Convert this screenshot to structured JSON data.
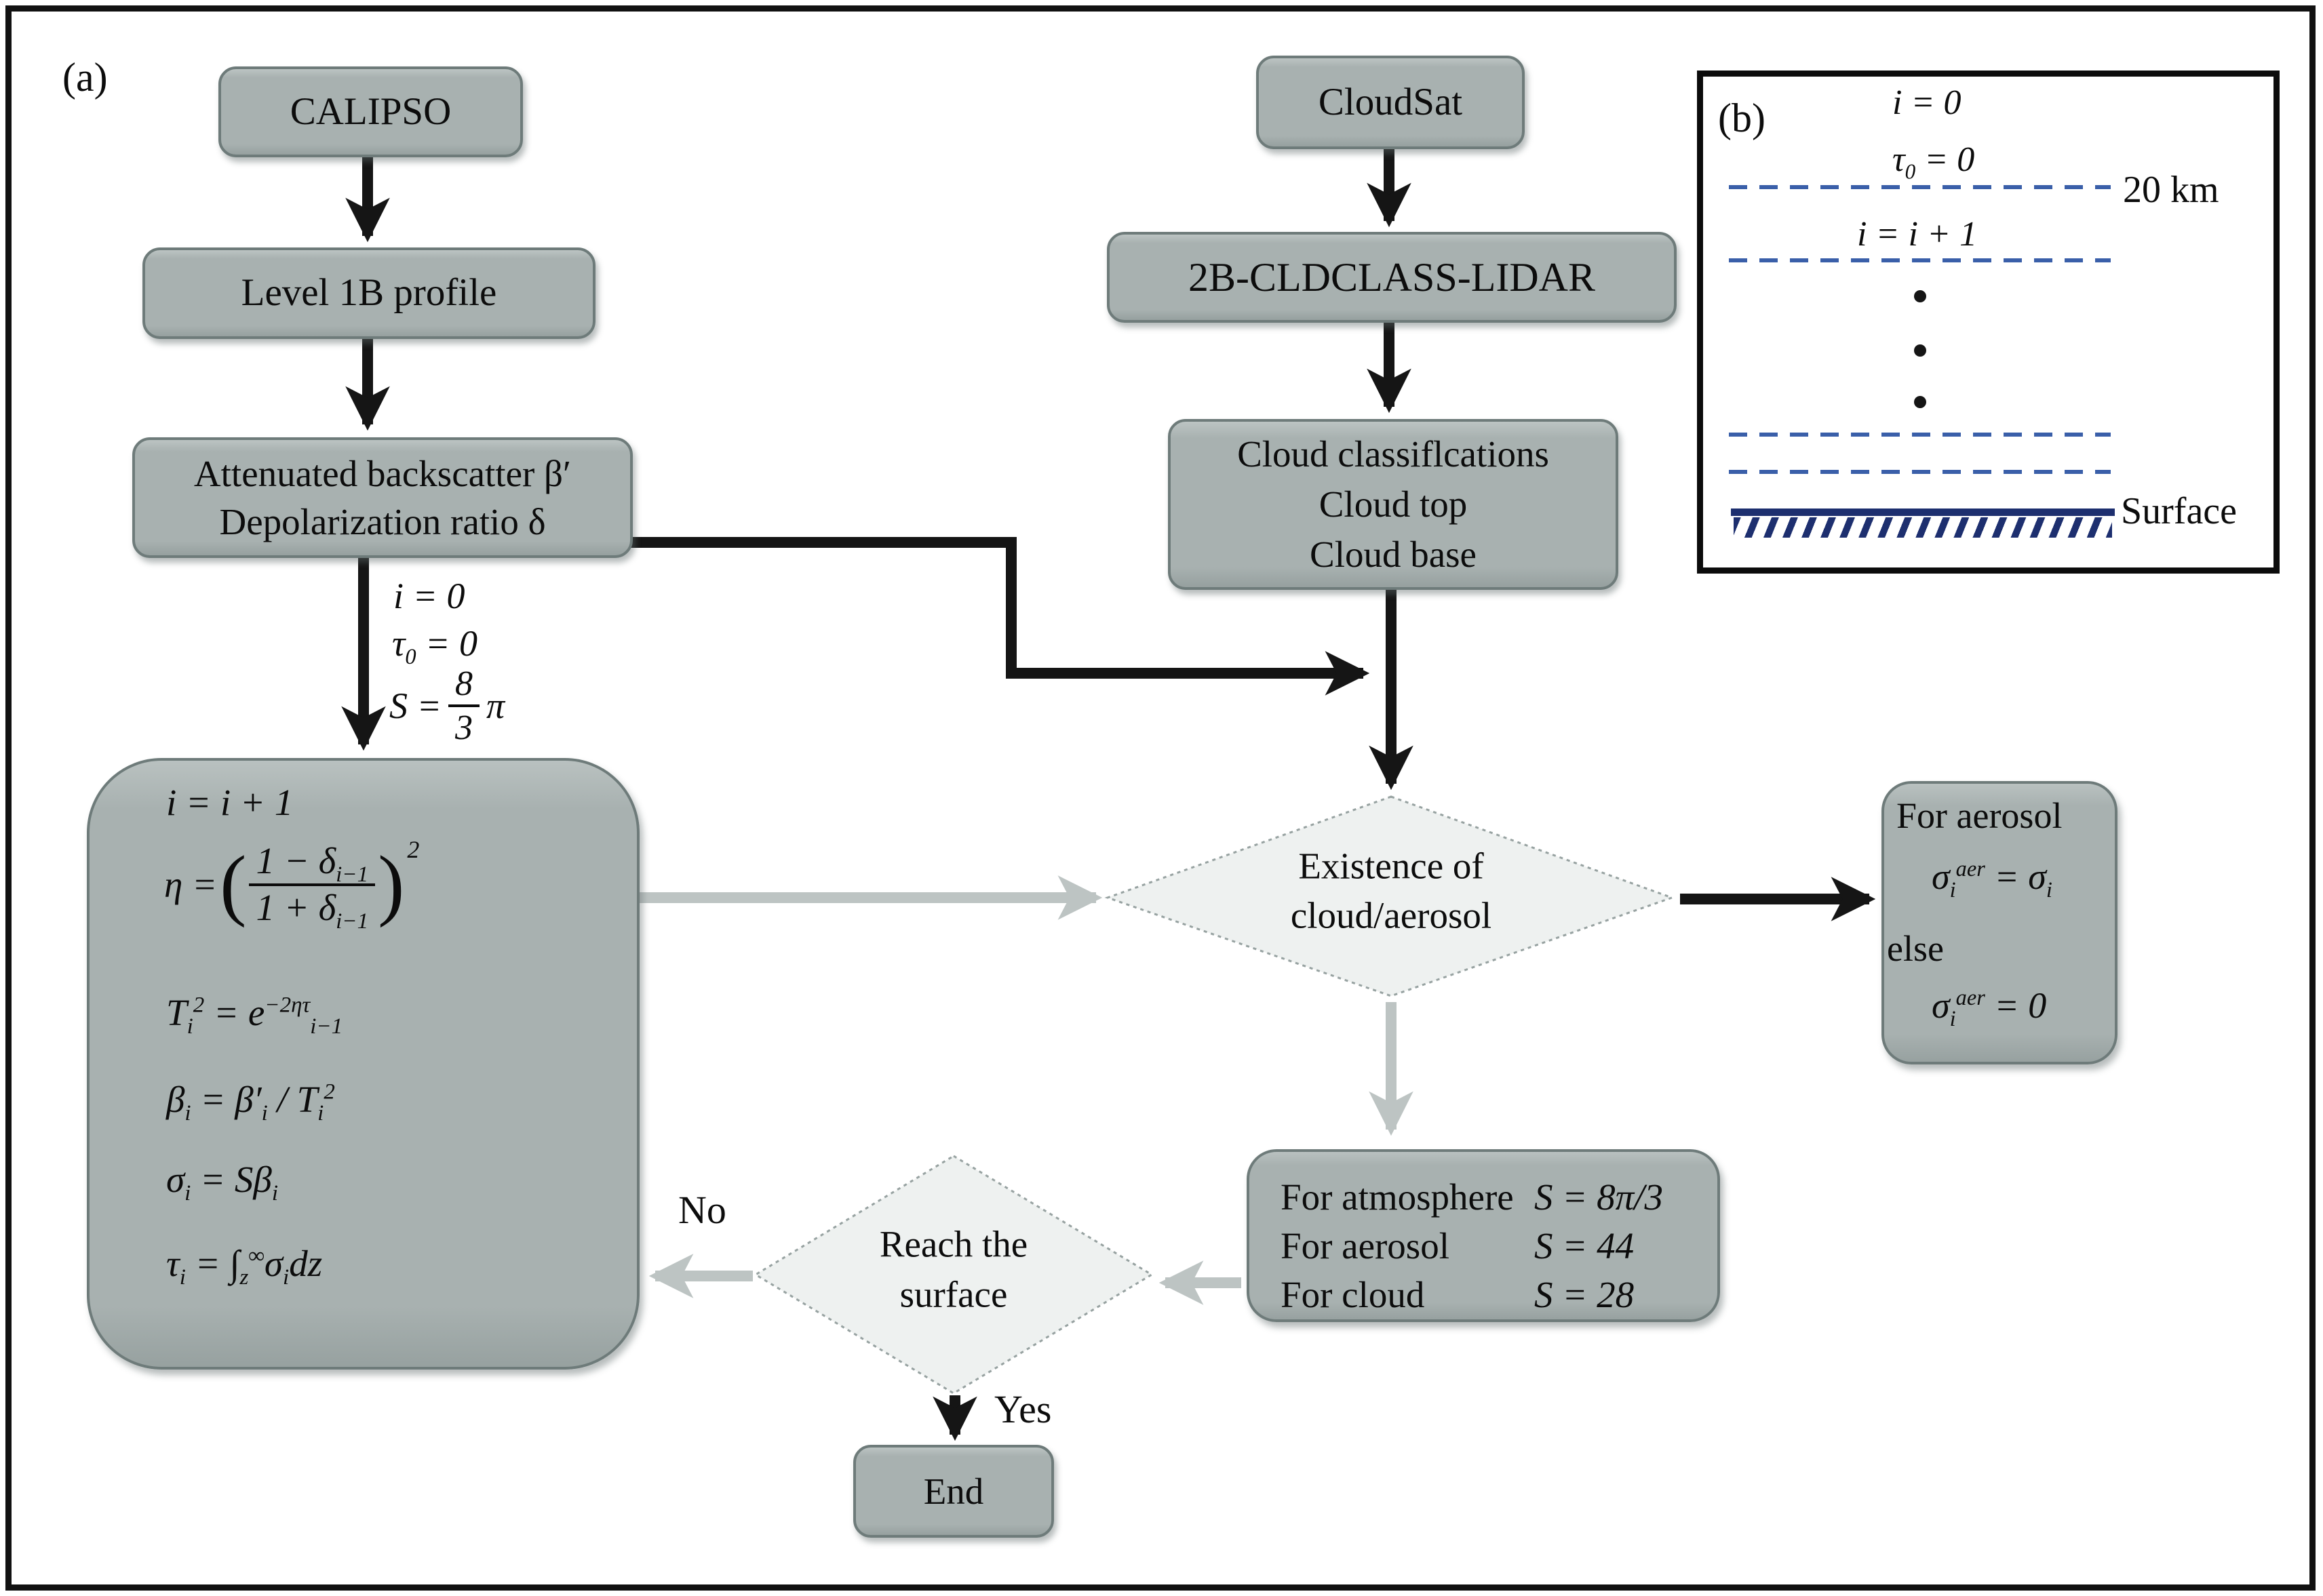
{
  "colors": {
    "node_fill": "#a8b1b0",
    "node_border": "#6e7b7a",
    "diamond_fill": "#eef1f0",
    "black_arrow": "#151515",
    "gray_arrow": "#bdc4c3",
    "dash_blue": "#3a5fa9",
    "surface_navy": "#1d2f6f"
  },
  "panel_a": {
    "label": "(a)"
  },
  "flow": {
    "calipso": "CALIPSO",
    "level1b": "Level 1B profile",
    "attenuated_line1": "Attenuated backscatter β′",
    "attenuated_line2": "Depolarization ratio δ",
    "init": {
      "line1": "i = 0",
      "line2": "τ_{0} = 0",
      "s_prefix": "S = ",
      "s_num": "8",
      "s_den": "3",
      "s_suffix": "π"
    },
    "loop": {
      "line1": "i = i + 1",
      "eta_prefix": "η = ",
      "eta_open": "(",
      "eta_num": "1 − δ_{i−1}",
      "eta_den": "1 + δ_{i−1}",
      "eta_close": ")",
      "eta_power": "2",
      "line3": "T_{i}^{2} = e^{−2ητ}_{i−1}",
      "line4": "β_{i} = β′_{i} / T_{i}^{2}",
      "line5": "σ_{i} = Sβ_{i}",
      "line6": "τ_{i} = ∫_{z}^{∞}σ_{i}dz"
    },
    "cloudsat": "CloudSat",
    "cldclass": "2B-CLDCLASS-LIDAR",
    "cloudinfo": [
      "Cloud classiflcations",
      "Cloud top",
      "Cloud base"
    ],
    "decision_exist": [
      "Existence of",
      "cloud/aerosol"
    ],
    "aerosol": [
      "For aerosol",
      "σ_{i}^{aer} = σ_{i}",
      "else",
      "σ_{i}^{aer} = 0"
    ],
    "svalues": [
      {
        "label": "For atmosphere",
        "value": "S = 8π/3"
      },
      {
        "label": "For aerosol",
        "value": "S = 44"
      },
      {
        "label": "For cloud",
        "value": "S = 28"
      }
    ],
    "decision_surface": [
      "Reach the",
      "surface"
    ],
    "no_label": "No",
    "yes_label": "Yes",
    "end": "End"
  },
  "panel_b": {
    "label": "(b)",
    "init1": "i = 0",
    "init2": "τ_{0} = 0",
    "increment": "i = i + 1",
    "altitude": "20 km",
    "surface": "Surface"
  }
}
